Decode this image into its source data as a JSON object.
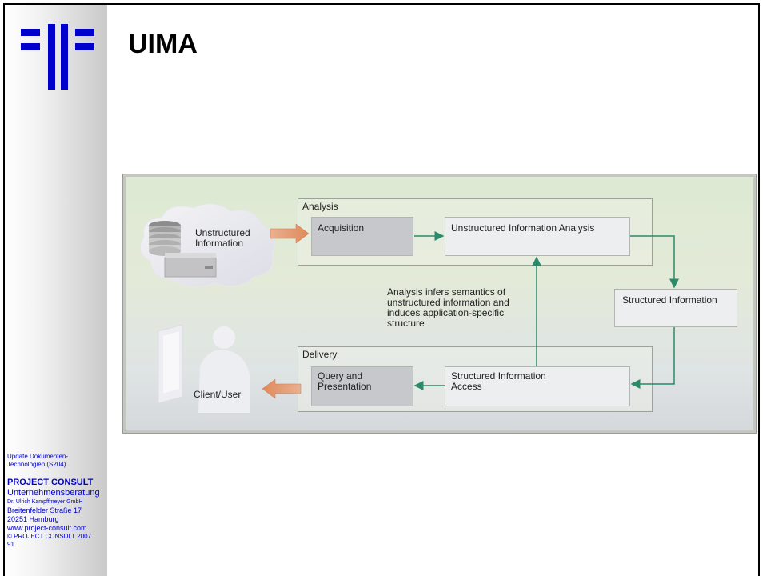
{
  "slide": {
    "title": "UIMA"
  },
  "footer": {
    "course_line1": "Update Dokumenten-",
    "course_line2": "Technologien (S204)",
    "company": "PROJECT CONSULT",
    "subtitle": "Unternehmensberatung",
    "person": "Dr. Ulrich Kampffmeyer GmbH",
    "street": "Breitenfelder Straße 17",
    "city": "20251 Hamburg",
    "web": "www.project-consult.com",
    "copyright": "© PROJECT CONSULT 2007",
    "page": "91"
  },
  "diagram": {
    "source_line1": "Unstructured",
    "source_line2": "Information",
    "analysis_label": "Analysis",
    "acquisition": "Acquisition",
    "uia": "Unstructured Information Analysis",
    "structured_info": "Structured Information",
    "note_line1": "Analysis infers semantics of",
    "note_line2": "unstructured information and",
    "note_line3": "induces application-specific",
    "note_line4": "structure",
    "delivery_label": "Delivery",
    "query_line1": "Query and",
    "query_line2": "Presentation",
    "sia_line1": "Structured Information",
    "sia_line2": "Access",
    "client": "Client/User"
  },
  "colors": {
    "accent_blue": "#0000cc",
    "connector_green": "#2a8a6a",
    "orange_arrow": "#e09060"
  }
}
